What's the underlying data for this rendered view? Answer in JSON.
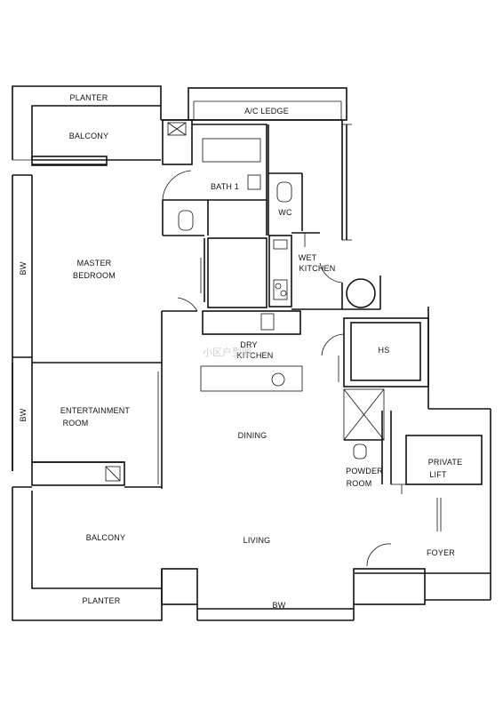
{
  "rooms": {
    "planter_top": "PLANTER",
    "ac_ledge": "A/C LEDGE",
    "balcony_top": "BALCONY",
    "bath1": "BATH 1",
    "wc": "WC",
    "wet_kitchen_1": "WET",
    "wet_kitchen_2": "KITCHEN",
    "master_1": "MASTER",
    "master_2": "BEDROOM",
    "bw_left_1": "BW",
    "dry_kitchen_1": "DRY",
    "dry_kitchen_2": "KITCHEN",
    "hs": "HS",
    "entertainment_1": "ENTERTAINMENT",
    "entertainment_2": "ROOM",
    "bw_left_2": "BW",
    "dining": "DINING",
    "powder_1": "POWDER",
    "powder_2": "ROOM",
    "lift_1": "PRIVATE",
    "lift_2": "LIFT",
    "balcony_bottom": "BALCONY",
    "living": "LIVING",
    "foyer": "FOYER",
    "planter_bottom": "PLANTER",
    "bw_bottom": "BW"
  },
  "watermark": "小区户型图"
}
